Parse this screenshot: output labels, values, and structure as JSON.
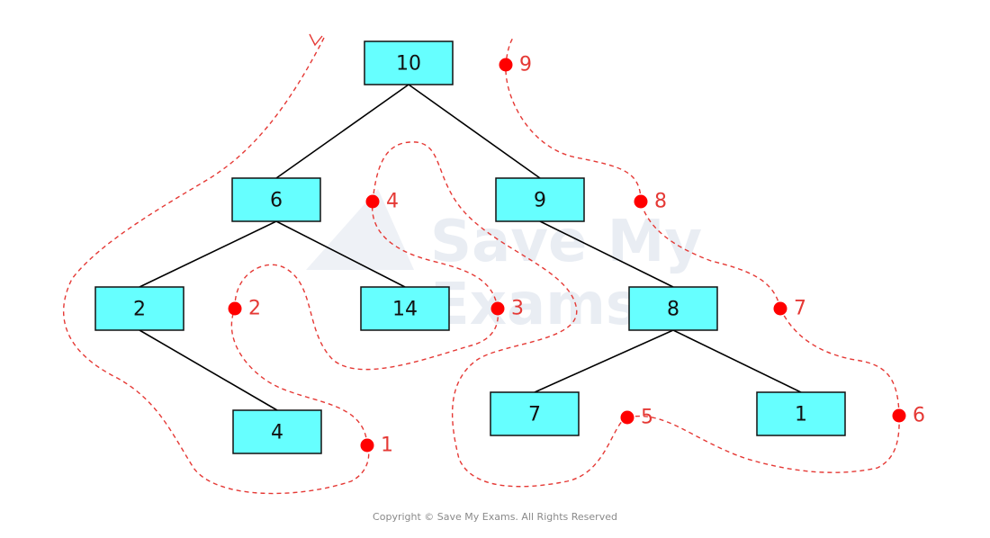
{
  "watermark": {
    "line1": "Save My",
    "line2": "Exams"
  },
  "tree": {
    "nodes": [
      {
        "id": "n10",
        "label": "10"
      },
      {
        "id": "n6",
        "label": "6"
      },
      {
        "id": "n9",
        "label": "9"
      },
      {
        "id": "n2",
        "label": "2"
      },
      {
        "id": "n14",
        "label": "14"
      },
      {
        "id": "n8",
        "label": "8"
      },
      {
        "id": "n4",
        "label": "4"
      },
      {
        "id": "n7",
        "label": "7"
      },
      {
        "id": "n1",
        "label": "1"
      }
    ],
    "edges": [
      [
        "n10",
        "n6"
      ],
      [
        "n10",
        "n9"
      ],
      [
        "n6",
        "n2"
      ],
      [
        "n6",
        "n14"
      ],
      [
        "n2",
        "n4"
      ],
      [
        "n9",
        "n8"
      ],
      [
        "n8",
        "n7"
      ],
      [
        "n8",
        "n1"
      ]
    ]
  },
  "traversal_markers": [
    {
      "id": "m1",
      "label": "1"
    },
    {
      "id": "m2",
      "label": "2"
    },
    {
      "id": "m3",
      "label": "3"
    },
    {
      "id": "m4",
      "label": "4"
    },
    {
      "id": "m5",
      "label": "5"
    },
    {
      "id": "m6",
      "label": "6"
    },
    {
      "id": "m7",
      "label": "7"
    },
    {
      "id": "m8",
      "label": "8"
    },
    {
      "id": "m9",
      "label": "9"
    }
  ],
  "colors": {
    "node_fill": "#66ffff",
    "trace": "#e53935",
    "marker": "#ff0000"
  },
  "copyright": "Copyright © Save My Exams. All Rights Reserved"
}
